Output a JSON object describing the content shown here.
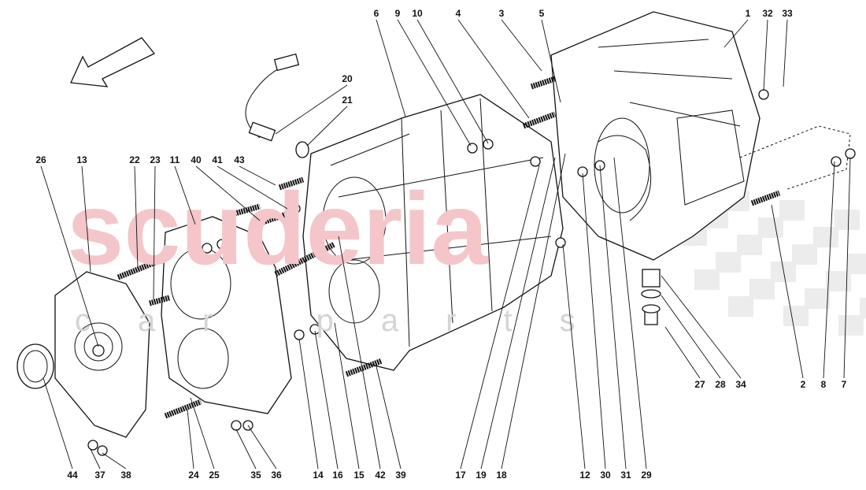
{
  "watermark": {
    "brand": "scuderia",
    "sub": "car parts",
    "color": "#f4c6c9"
  },
  "direction_arrow": {
    "icon": "arrow-down-left-icon"
  },
  "callouts": [
    "6",
    "9",
    "10",
    "4",
    "3",
    "5",
    "1",
    "32",
    "33",
    "20",
    "21",
    "26",
    "13",
    "22",
    "23",
    "11",
    "40",
    "41",
    "43",
    "44",
    "37",
    "38",
    "24",
    "25",
    "35",
    "36",
    "14",
    "16",
    "15",
    "42",
    "39",
    "17",
    "19",
    "18",
    "12",
    "30",
    "31",
    "29",
    "27",
    "28",
    "34",
    "2",
    "8",
    "7"
  ]
}
